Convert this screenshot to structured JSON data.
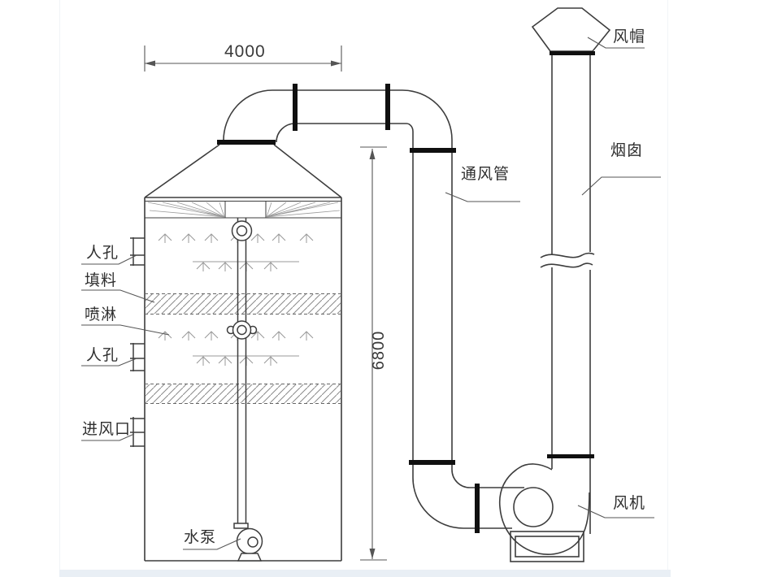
{
  "page": {
    "background": "#ffffff",
    "footer_band_color": "#e9eff5"
  },
  "diagram": {
    "type": "engineering-line-diagram",
    "system": "spray-scrubber-tower-with-fan-and-chimney",
    "dimensions": {
      "width": "4000",
      "height": "6800"
    },
    "components": {
      "manhole_upper": "人孔",
      "packing": "填料",
      "spray": "喷淋",
      "manhole_lower": "人孔",
      "air_inlet": "进风口",
      "water_pump": "水泵",
      "vent_duct": "通风管",
      "chimney": "烟囱",
      "rain_cap": "风帽",
      "fan": "风机"
    },
    "colors": {
      "line": "#3d3d3d",
      "flange": "#101010",
      "light_detail": "#999999",
      "leader": "#555555",
      "text": "#2f2f2f"
    }
  }
}
